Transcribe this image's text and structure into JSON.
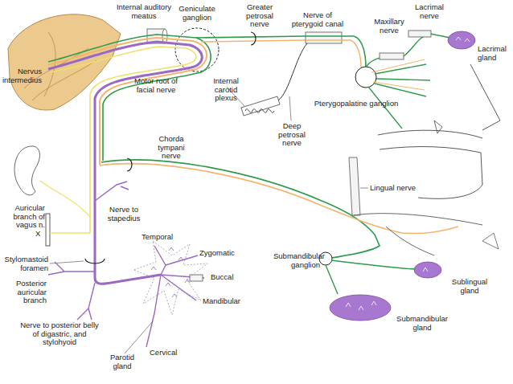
{
  "diagram": {
    "labels": [
      "Internal auditory meatus",
      "Geniculate ganglion",
      "Greater petrosal nerve",
      "Nerve of pterygoid canal",
      "Lacrimal nerve",
      "Maxillary nerve",
      "Lacrimal gland",
      "Nervus intermedius",
      "Motor root of facial nerve",
      "Internal carotid plexus",
      "Deep petrosal nerve",
      "Pterygopalatine ganglion",
      "Chorda tympani nerve",
      "Lingual nerve",
      "Auricular branch of vagus n.",
      "X",
      "Nerve to stapedius",
      "Temporal",
      "Zygomatic",
      "Stylomastoid foramen",
      "Posterior auricular branch",
      "Buccal",
      "Submandibular ganglion",
      "Sublingual gland",
      "Nerve to posterior belly of digastric, and stylohyoid",
      "Mandibular",
      "Submandibular gland",
      "Cervical",
      "Parotid gland"
    ]
  }
}
